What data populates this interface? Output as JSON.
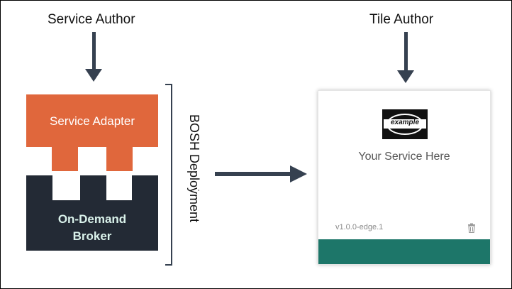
{
  "labels": {
    "service_author": "Service Author",
    "tile_author": "Tile Author",
    "bosh_deployment": "BOSH Deployment"
  },
  "blocks": {
    "service_adapter": "Service Adapter",
    "on_demand_broker": "On-Demand\nBroker"
  },
  "tile": {
    "logo_text": "example",
    "name": "Your Service Here",
    "version": "v1.0.0-edge.1",
    "trash_icon": "trash-icon"
  },
  "colors": {
    "adapter": "#e0673c",
    "broker": "#232a35",
    "arrow": "#364150",
    "tile_footer": "#1d7669"
  }
}
